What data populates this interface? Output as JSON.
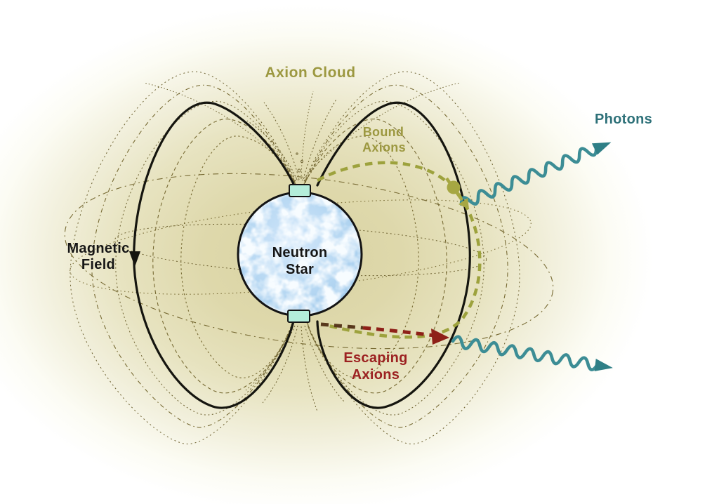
{
  "labels": {
    "axion_cloud": "Axion Cloud",
    "photons": "Photons",
    "bound_axions_line1": "Bound",
    "bound_axions_line2": "Axions",
    "magnetic_field_line1": "Magnetic",
    "magnetic_field_line2": "Field",
    "neutron_star_line1": "Neutron",
    "neutron_star_line2": "Star",
    "escaping_axions_line1": "Escaping",
    "escaping_axions_line2": "Axions"
  },
  "colors": {
    "background_glow": "#d9d3a2",
    "magnetic_field_line_black": "#15150f",
    "axion_olive": "#9da23d",
    "axion_label_olive": "#9c9840",
    "thin_field_line_dash": "#776a33",
    "photon_teal": "#3c8d95",
    "photons_label_teal": "#2e7179",
    "escaping_red": "#8e2018",
    "escaping_label_red": "#9c2121",
    "neutron_star_blue": "#b5d8f2",
    "polar_cap_cyan": "#b4edda",
    "label_black": "#161616"
  }
}
